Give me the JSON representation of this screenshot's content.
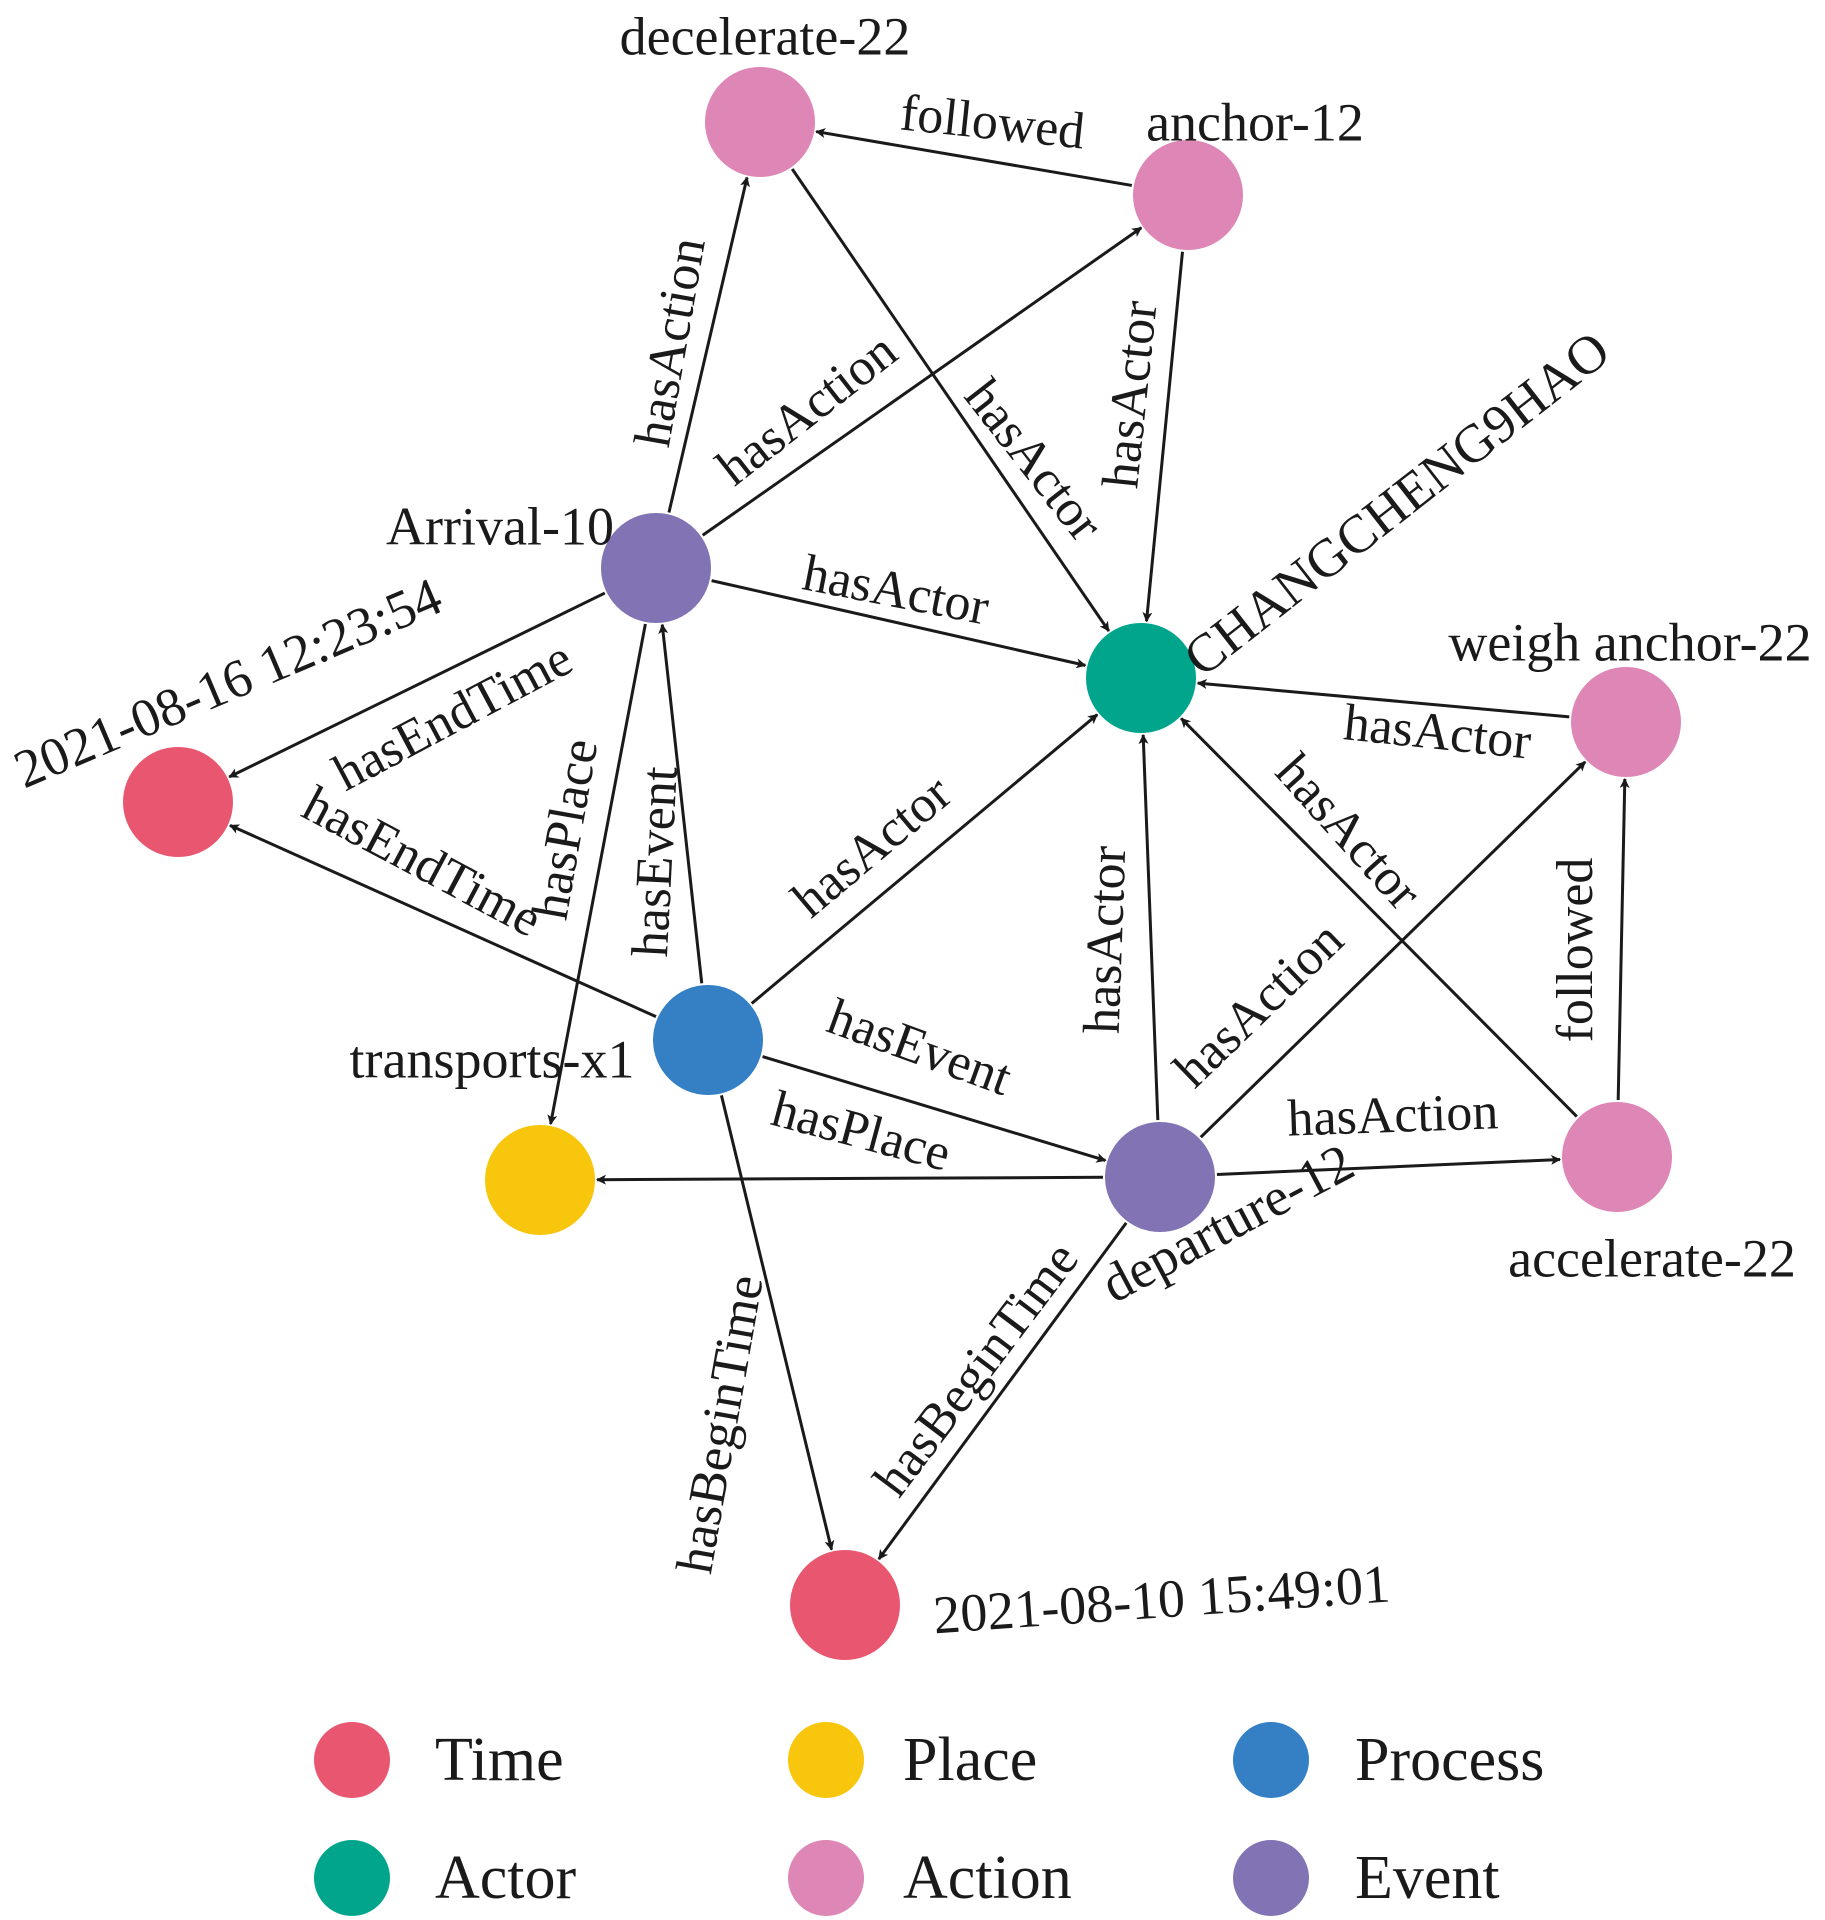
{
  "colors": {
    "Time": "#E8566F",
    "Place": "#F8C60C",
    "Process": "#357FC4",
    "Actor": "#00A58B",
    "Action": "#DE86B5",
    "Event": "#8273B4"
  },
  "nodes": [
    {
      "id": "decelerate",
      "label": "decelerate-22",
      "type": "Action"
    },
    {
      "id": "anchor",
      "label": "anchor-12",
      "type": "Action"
    },
    {
      "id": "arrival",
      "label": "Arrival-10",
      "type": "Event"
    },
    {
      "id": "changcheng",
      "label": "CHANGCHENG9HAO",
      "type": "Actor"
    },
    {
      "id": "weigh",
      "label": "weigh anchor-22",
      "type": "Action"
    },
    {
      "id": "endtime",
      "label": "2021-08-16 12:23:54",
      "type": "Time"
    },
    {
      "id": "transports",
      "label": "transports-x1",
      "type": "Process"
    },
    {
      "id": "place",
      "label": "",
      "type": "Place"
    },
    {
      "id": "departure",
      "label": "departure-12",
      "type": "Event"
    },
    {
      "id": "accelerate",
      "label": "accelerate-22",
      "type": "Action"
    },
    {
      "id": "begintime",
      "label": "2021-08-10 15:49:01",
      "type": "Time"
    }
  ],
  "edges": [
    {
      "from": "anchor",
      "to": "decelerate",
      "label": "followed"
    },
    {
      "from": "arrival",
      "to": "decelerate",
      "label": "hasAction"
    },
    {
      "from": "arrival",
      "to": "anchor",
      "label": "hasAction"
    },
    {
      "from": "decelerate",
      "to": "changcheng",
      "label": "hasActor"
    },
    {
      "from": "anchor",
      "to": "changcheng",
      "label": "hasActor"
    },
    {
      "from": "arrival",
      "to": "changcheng",
      "label": "hasActor"
    },
    {
      "from": "arrival",
      "to": "endtime",
      "label": "hasEndTime"
    },
    {
      "from": "transports",
      "to": "endtime",
      "label": "hasEndTime"
    },
    {
      "from": "arrival",
      "to": "place",
      "label": "hasPlace"
    },
    {
      "from": "transports",
      "to": "arrival",
      "label": "hasEvent"
    },
    {
      "from": "transports",
      "to": "changcheng",
      "label": "hasActor"
    },
    {
      "from": "transports",
      "to": "departure",
      "label": "hasEvent"
    },
    {
      "from": "departure",
      "to": "place",
      "label": "hasPlace"
    },
    {
      "from": "transports",
      "to": "begintime",
      "label": "hasBeginTime"
    },
    {
      "from": "departure",
      "to": "begintime",
      "label": "hasBeginTime"
    },
    {
      "from": "departure",
      "to": "changcheng",
      "label": "hasActor"
    },
    {
      "from": "departure",
      "to": "weigh",
      "label": "hasAction"
    },
    {
      "from": "departure",
      "to": "accelerate",
      "label": "hasAction"
    },
    {
      "from": "accelerate",
      "to": "changcheng",
      "label": "hasActor"
    },
    {
      "from": "weigh",
      "to": "changcheng",
      "label": "hasActor"
    },
    {
      "from": "accelerate",
      "to": "weigh",
      "label": "followed"
    }
  ],
  "legend": [
    {
      "label": "Time",
      "type": "Time"
    },
    {
      "label": "Place",
      "type": "Place"
    },
    {
      "label": "Process",
      "type": "Process"
    },
    {
      "label": "Actor",
      "type": "Actor"
    },
    {
      "label": "Action",
      "type": "Action"
    },
    {
      "label": "Event",
      "type": "Event"
    }
  ]
}
